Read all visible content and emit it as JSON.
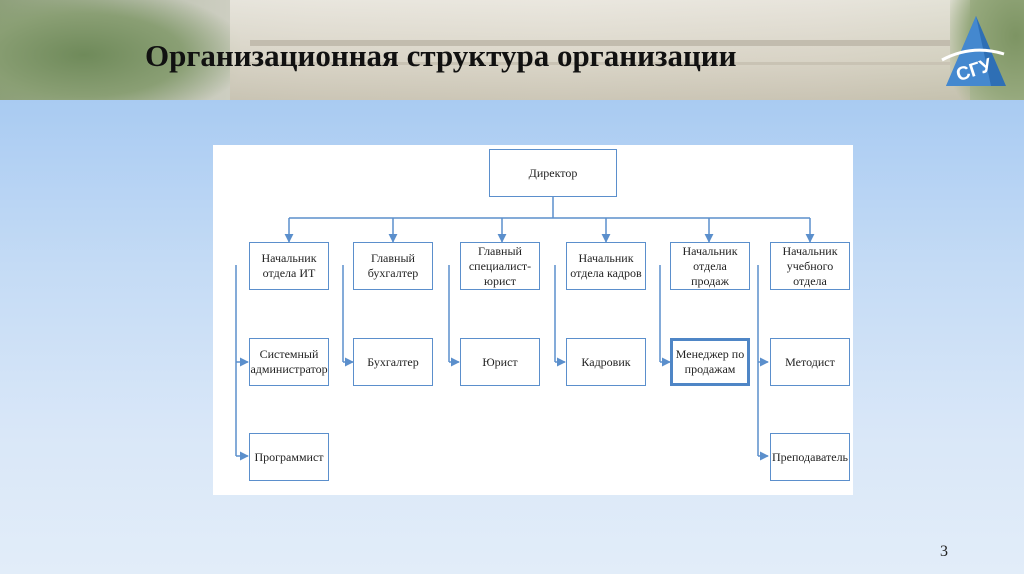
{
  "slide": {
    "title": "Организационная структура организации",
    "page_number": "3",
    "logo_text": "СГУ"
  },
  "colors": {
    "line": "#5b8fcc",
    "box_border": "#5b8fcc",
    "background": "#c4dbf5"
  },
  "org_chart": {
    "director": "Директор",
    "departments": [
      {
        "head": "Начальник отдела ИТ",
        "staff": [
          "Системный администратор",
          "Программист"
        ]
      },
      {
        "head": "Главный бухгалтер",
        "staff": [
          "Бухгалтер"
        ]
      },
      {
        "head": "Главный специалист-юрист",
        "staff": [
          "Юрист"
        ]
      },
      {
        "head": "Начальник отдела кадров",
        "staff": [
          "Кадровик"
        ]
      },
      {
        "head": "Начальник отдела продаж",
        "staff": [
          "Менеджер по продажам"
        ]
      },
      {
        "head": "Начальник учебного отдела",
        "staff": [
          "Методист",
          "Преподаватель"
        ]
      }
    ]
  }
}
